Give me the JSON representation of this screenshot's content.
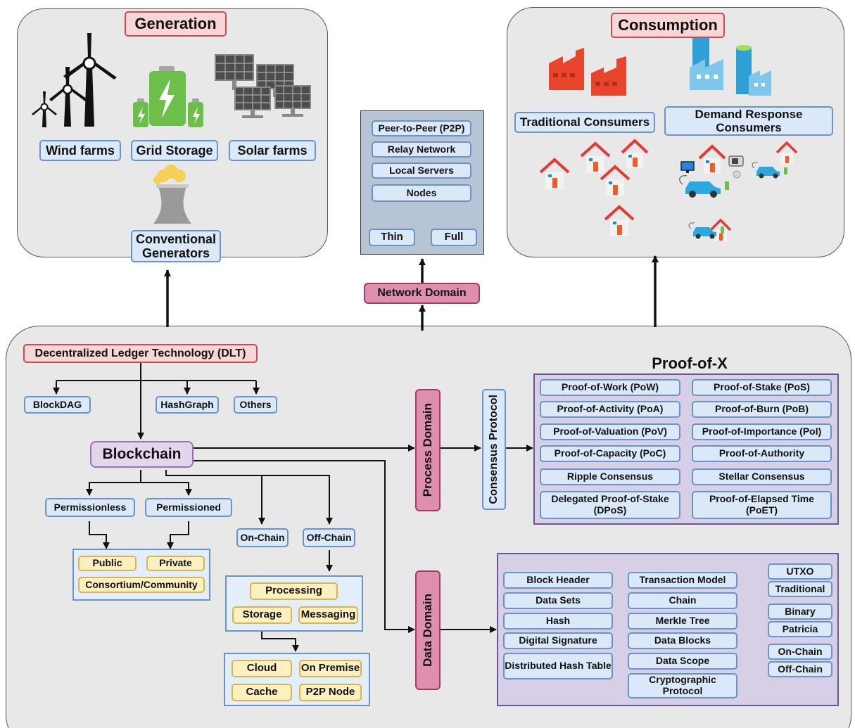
{
  "generation": {
    "title": "Generation",
    "wind": "Wind farms",
    "storage": "Grid Storage",
    "solar": "Solar farms",
    "conventional": "Conventional Generators"
  },
  "consumption": {
    "title": "Consumption",
    "traditional": "Traditional Consumers",
    "demand_response": "Demand Response Consumers"
  },
  "network": {
    "items": [
      "Peer-to-Peer (P2P)",
      "Relay Network",
      "Local Servers",
      "Nodes"
    ],
    "thin": "Thin",
    "full": "Full",
    "domain": "Network Domain"
  },
  "dlt": {
    "title": "Decentralized Ledger Technology (DLT)",
    "blockdag": "BlockDAG",
    "hashgraph": "HashGraph",
    "others": "Others",
    "blockchain": "Blockchain",
    "permissionless": "Permissionless",
    "permissioned": "Permissioned",
    "public": "Public",
    "private": "Private",
    "consortium": "Consortium/Community",
    "on_chain": "On-Chain",
    "off_chain": "Off-Chain",
    "processing": "Processing",
    "storage": "Storage",
    "messaging": "Messaging",
    "cloud": "Cloud",
    "on_premise": "On Premise",
    "cache": "Cache",
    "p2p_node": "P2P Node"
  },
  "process_domain": "Process Domain",
  "consensus_protocol": "Consensus Protocol",
  "data_domain": "Data Domain",
  "proof_of_x": {
    "title": "Proof-of-X",
    "left": [
      "Proof-of-Work (PoW)",
      "Proof-of-Activity (PoA)",
      "Proof-of-Valuation (PoV)",
      "Proof-of-Capacity (PoC)",
      "Ripple Consensus",
      "Delegated Proof-of-Stake (DPoS)"
    ],
    "right": [
      "Proof-of-Stake (PoS)",
      "Proof-of-Burn (PoB)",
      "Proof-of-Importance (PoI)",
      "Proof-of-Authority",
      "Stellar Consensus",
      "Proof-of-Elapsed Time (PoET)"
    ]
  },
  "data": {
    "left": [
      "Block Header",
      "Data Sets",
      "Hash",
      "Digital Signature",
      "Distributed Hash Table"
    ],
    "mid": [
      "Transaction Model",
      "Chain",
      "Merkle Tree",
      "Data Blocks",
      "Data Scope",
      "Cryptographic Protocol"
    ],
    "utxo": "UTXO",
    "traditional": "Traditional",
    "binary": "Binary",
    "patricia": "Patricia",
    "on_chain": "On-Chain",
    "off_chain": "Off-Chain"
  }
}
